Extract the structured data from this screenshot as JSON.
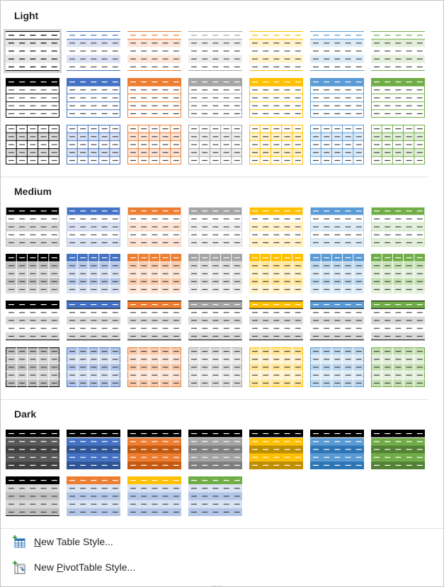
{
  "sections": [
    {
      "id": "light",
      "title": "Light",
      "palette_rows": 3
    },
    {
      "id": "medium",
      "title": "Medium",
      "palette_rows": 4
    },
    {
      "id": "dark",
      "title": "Dark",
      "palette_rows": 2
    }
  ],
  "palette": {
    "black": "#000000",
    "blue": "#4472C4",
    "orange": "#ED7D31",
    "gray": "#A5A5A5",
    "gold": "#FFC000",
    "lightblue": "#5B9BD5",
    "green": "#70AD47"
  },
  "menu": {
    "new_table_style": {
      "pre": "",
      "key": "N",
      "post": "ew Table Style..."
    },
    "new_pivot_style": {
      "pre": "New ",
      "key": "P",
      "post": "ivotTable Style..."
    }
  },
  "grip": "....",
  "selected_style": "light-1"
}
